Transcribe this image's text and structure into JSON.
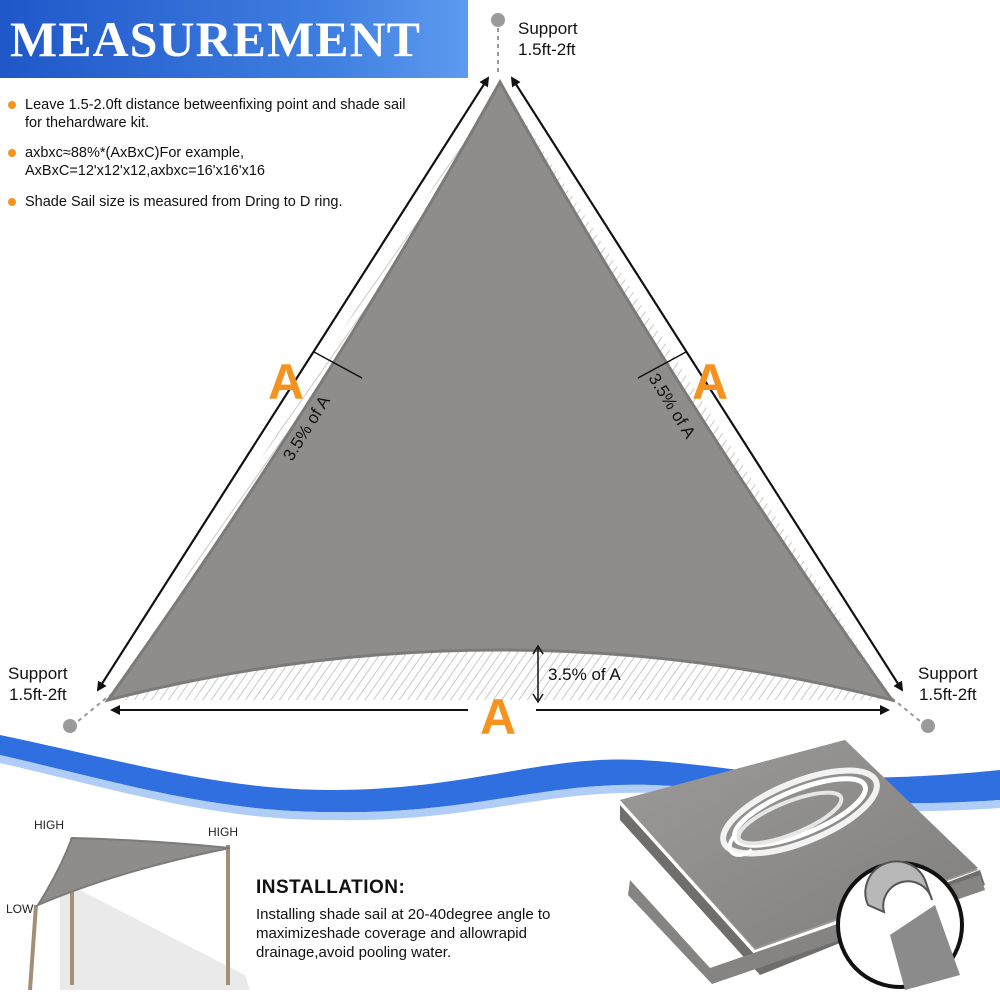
{
  "header": {
    "title": "MEASUREMENT"
  },
  "notes": [
    "Leave 1.5-2.0ft distance betweenfixing point and shade sail for thehardware kit.",
    "axbxc≈88%*(AxBxC)For example, AxBxC=12'x12'x12,axbxc=16'x16'x16",
    "Shade Sail size is measured from Dring to D ring."
  ],
  "supports": {
    "top": {
      "title": "Support",
      "range": "1.5ft-2ft"
    },
    "left": {
      "title": "Support",
      "range": "1.5ft-2ft"
    },
    "right": {
      "title": "Support",
      "range": "1.5ft-2ft"
    }
  },
  "sides": {
    "left": "A",
    "right": "A",
    "bottom": "A"
  },
  "curve_labels": {
    "left": "3.5% of A",
    "right": "3.5% of A",
    "bottom": "3.5% of A"
  },
  "diagram": {
    "high_left": "HIGH",
    "high_right": "HIGH",
    "low": "LOW"
  },
  "installation": {
    "title": "INSTALLATION:",
    "text": "Installing shade sail at 20-40degree angle to maximizeshade coverage and allowrapid drainage,avoid pooling water."
  },
  "colors": {
    "banner": "#2a66d6",
    "accent": "#f5931e",
    "sail": "#8e8d8b",
    "wave": "#2f6fe0"
  }
}
